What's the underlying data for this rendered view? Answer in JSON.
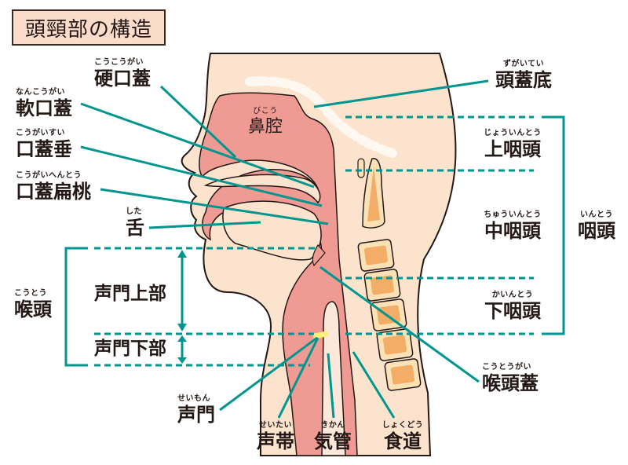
{
  "title": "頭頸部の構造",
  "colors": {
    "leader_line": "#00968f",
    "skin": "#fbe3cd",
    "mucosa": "#f09a94",
    "bone_outer": "#fbe2b6",
    "bone_inner": "#f3ad66",
    "glottis": "#fff07a",
    "title_bg": "#fbdccb",
    "outline": "#231815"
  },
  "labels": {
    "hard_palate": {
      "ruby": "こうこうがい",
      "text": "硬口蓋"
    },
    "soft_palate": {
      "ruby": "なんこうがい",
      "text": "軟口蓋"
    },
    "uvula": {
      "ruby": "こうがいすい",
      "text": "口蓋垂"
    },
    "palatine_tonsil": {
      "ruby": "こうがいへんとう",
      "text": "口蓋扁桃"
    },
    "tongue": {
      "ruby": "した",
      "text": "舌"
    },
    "larynx": {
      "ruby": "こうとう",
      "text": "喉頭"
    },
    "supraglottis": {
      "text": "声門上部"
    },
    "subglottis": {
      "text": "声門下部"
    },
    "nasal_cavity": {
      "ruby": "びこう",
      "text": "鼻腔"
    },
    "skull_base": {
      "ruby": "ずがいてい",
      "text": "頭蓋底"
    },
    "epipharynx": {
      "ruby": "じょういんとう",
      "text": "上咽頭"
    },
    "mesopharynx": {
      "ruby": "ちゅういんとう",
      "text": "中咽頭"
    },
    "hypopharynx": {
      "ruby": "かいんとう",
      "text": "下咽頭"
    },
    "pharynx": {
      "ruby": "いんとう",
      "text": "咽頭"
    },
    "epiglottis": {
      "ruby": "こうとうがい",
      "text": "喉頭蓋"
    },
    "glottis": {
      "ruby": "せいもん",
      "text": "声門"
    },
    "vocal_cords": {
      "ruby": "せいたい",
      "text": "声帯"
    },
    "trachea": {
      "ruby": "きかん",
      "text": "気管"
    },
    "esophagus": {
      "ruby": "しょくどう",
      "text": "食道"
    }
  }
}
